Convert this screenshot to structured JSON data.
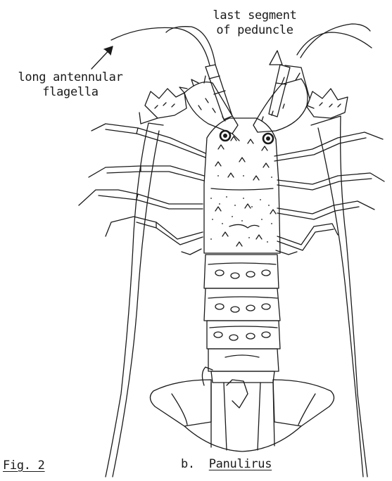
{
  "figure": {
    "label_flagella_line1": "long antennular",
    "label_flagella_line2": "flagella",
    "label_peduncle_line1": "last segment",
    "label_peduncle_line2": "of peduncle",
    "fig_number": "Fig. 2",
    "caption_prefix": "b.",
    "caption_name": "Panulirus",
    "colors": {
      "ink": "#1a1a1a",
      "background": "#ffffff"
    }
  }
}
